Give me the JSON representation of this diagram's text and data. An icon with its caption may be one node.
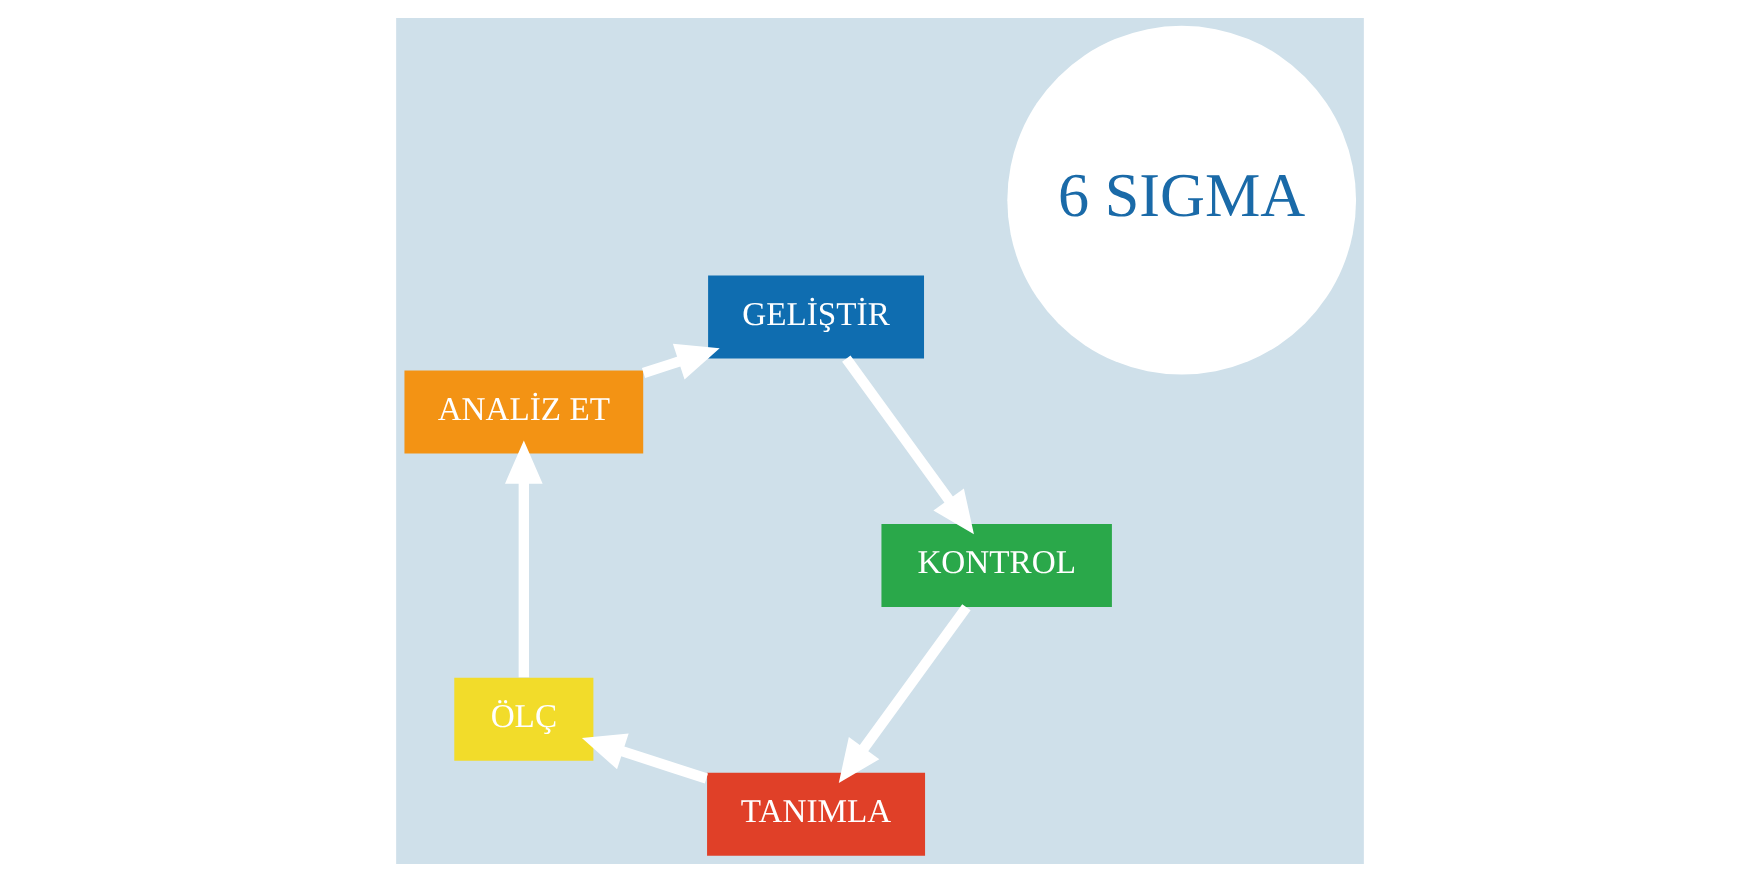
{
  "diagram": {
    "nodes": [
      {
        "text": [
          "6 SIGMA"
        ]
      },
      {
        "text": [
          "TANIMLA"
        ]
      },
      {
        "text": [
          "ÖLÇ"
        ]
      },
      {
        "text": [
          "ANALİZ ET"
        ]
      },
      {
        "text": [
          "GELİŞTİR"
        ]
      },
      {
        "text": [
          "KONTROL"
        ]
      }
    ],
    "edges": [
      {
        "from": 1,
        "to": 2,
        "arrow": "to"
      },
      {
        "from": 2,
        "to": 3,
        "arrow": "to"
      },
      {
        "from": 3,
        "to": 4,
        "arrow": "to"
      },
      {
        "from": 4,
        "to": 5,
        "arrow": "to"
      },
      {
        "from": 5,
        "to": 1,
        "arrow": "to"
      }
    ]
  }
}
